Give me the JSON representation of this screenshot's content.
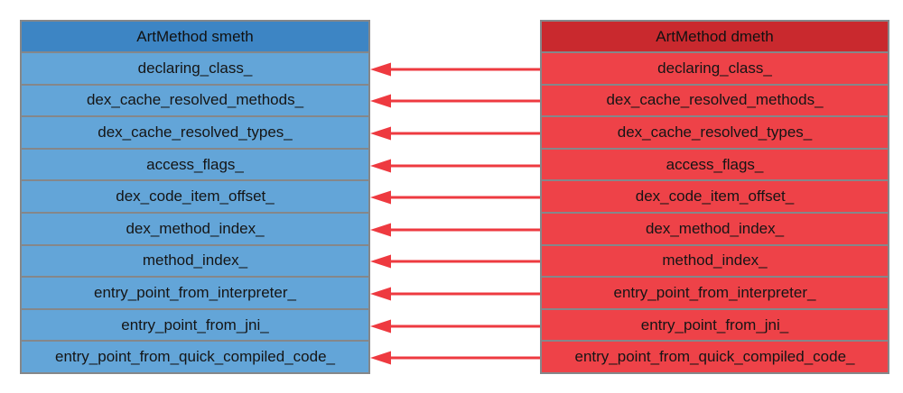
{
  "diagram": {
    "description": "Field-by-field mapping between two ArtMethod structures",
    "left_table": {
      "title": "ArtMethod smeth",
      "header_color": "#3d85c4",
      "row_color": "#63a5d8",
      "rows": [
        "declaring_class_",
        "dex_cache_resolved_methods_",
        "dex_cache_resolved_types_",
        "access_flags_",
        "dex_code_item_offset_",
        "dex_method_index_",
        "method_index_",
        "entry_point_from_interpreter_",
        "entry_point_from_jni_",
        "entry_point_from_quick_compiled_code_"
      ]
    },
    "right_table": {
      "title": "ArtMethod dmeth",
      "header_color": "#c9292e",
      "row_color": "#ee4248",
      "rows": [
        "declaring_class_",
        "dex_cache_resolved_methods_",
        "dex_cache_resolved_types_",
        "access_flags_",
        "dex_code_item_offset_",
        "dex_method_index_",
        "method_index_",
        "entry_point_from_interpreter_",
        "entry_point_from_jni_",
        "entry_point_from_quick_compiled_code_"
      ]
    },
    "arrows": {
      "count": 10,
      "direction": "right-to-left",
      "color": "#ee3a40"
    },
    "border_color": "#85878a",
    "text_color": "#151515"
  }
}
